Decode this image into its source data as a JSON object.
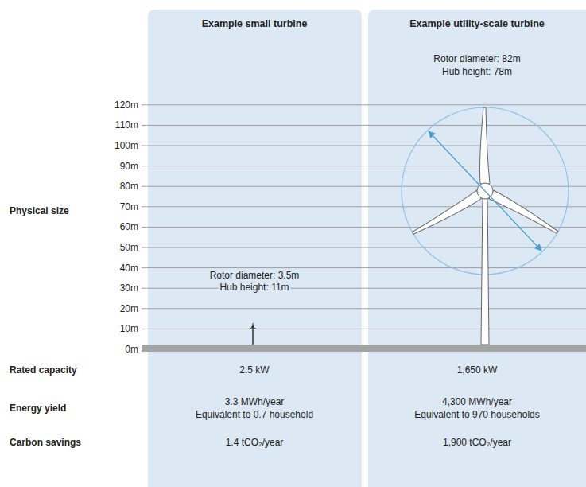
{
  "diagram": {
    "nodes": [
      {
        "text": [
          "Example small turbine",
          "Rotor diameter: 3.5m",
          "Hub height: 11m",
          "2.5 kW",
          "3.3 MWh/year",
          "Equivalent to 0.7 household",
          "1.4 tCO₂/year"
        ]
      },
      {
        "text": [
          "Example utility-scale turbine",
          "Rotor diameter: 82m",
          "Hub height: 78m",
          "1,650 kW",
          "4,300 MWh/year",
          "Equivalent to 970 households",
          "1,900 tCO₂/year"
        ]
      }
    ],
    "labels": [
      "120m",
      "110m",
      "100m",
      "90m",
      "80m",
      "70m",
      "60m",
      "50m",
      "40m",
      "30m",
      "20m",
      "10m",
      "0m",
      "Physical size",
      "Rated capacity",
      "Energy yield",
      "Carbon savings"
    ]
  }
}
